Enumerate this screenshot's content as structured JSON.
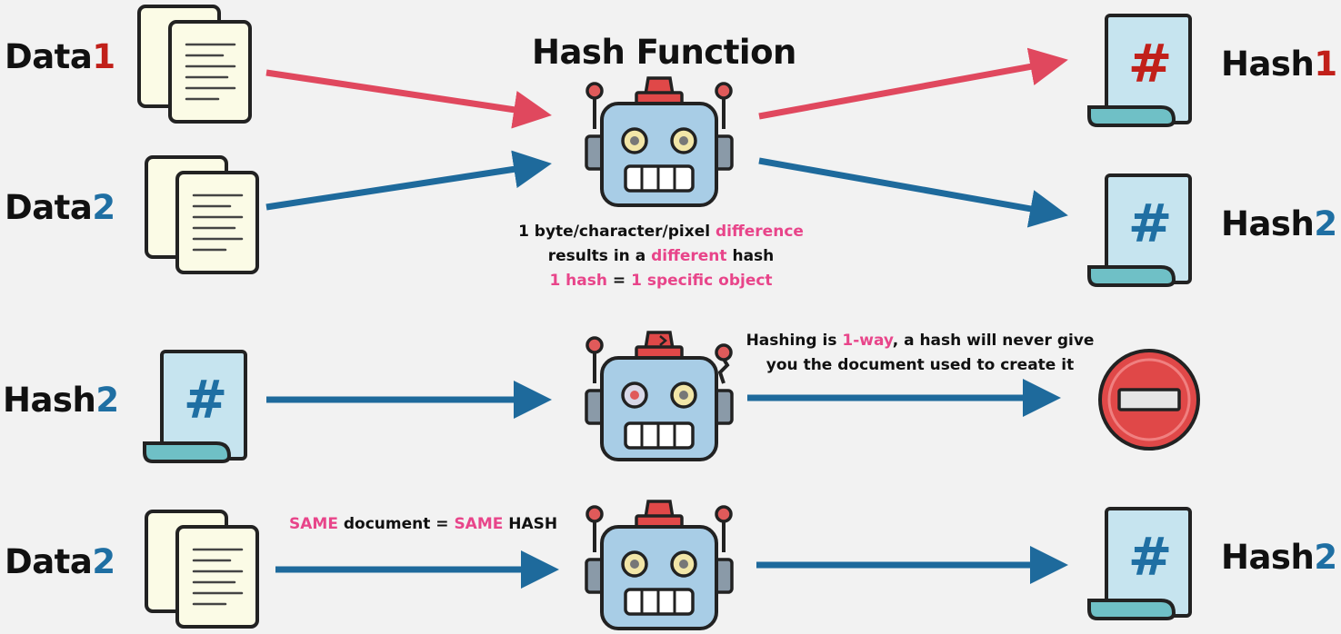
{
  "title": "Hash Function",
  "row1": {
    "data1": {
      "word": "Data",
      "num": "1"
    },
    "data2": {
      "word": "Data",
      "num": "2"
    },
    "hash1": {
      "word": "Hash",
      "num": "1",
      "symbol": "#"
    },
    "hash2": {
      "word": "Hash",
      "num": "2",
      "symbol": "#"
    },
    "note_lines": {
      "l1a": "1 byte/character/pixel ",
      "l1b": "difference",
      "l2a": "results in a ",
      "l2b": "different",
      "l2c": " hash",
      "l3a": "1 hash",
      "l3b": " = ",
      "l3c": "1 specific object"
    }
  },
  "row2": {
    "input": {
      "word": "Hash",
      "num": "2",
      "symbol": "#"
    },
    "note_lines": {
      "l1a": "Hashing is ",
      "l1b": "1-way",
      "l1c": ", a hash will never give",
      "l2": "you the document used to create it"
    }
  },
  "row3": {
    "input": {
      "word": "Data",
      "num": "2"
    },
    "output": {
      "word": "Hash",
      "num": "2",
      "symbol": "#"
    },
    "note": {
      "a": "SAME",
      "b": " document = ",
      "c": "SAME",
      "d": " HASH"
    }
  },
  "colors": {
    "red_arrow": "#e0485e",
    "blue_arrow": "#1e6a9c",
    "num_red": "#c1201a",
    "num_blue": "#1f6fa3",
    "pink_text": "#e8458a",
    "robot_body": "#a8cde6",
    "paper": "#fbfbe6",
    "hash_doc": "#c6e4ef",
    "hash_scroll": "#6fc0c6",
    "stop_sign": "#e04848"
  },
  "icons": [
    "document-stack-icon",
    "hash-document-icon",
    "robot-icon",
    "broken-robot-icon",
    "no-entry-icon"
  ]
}
